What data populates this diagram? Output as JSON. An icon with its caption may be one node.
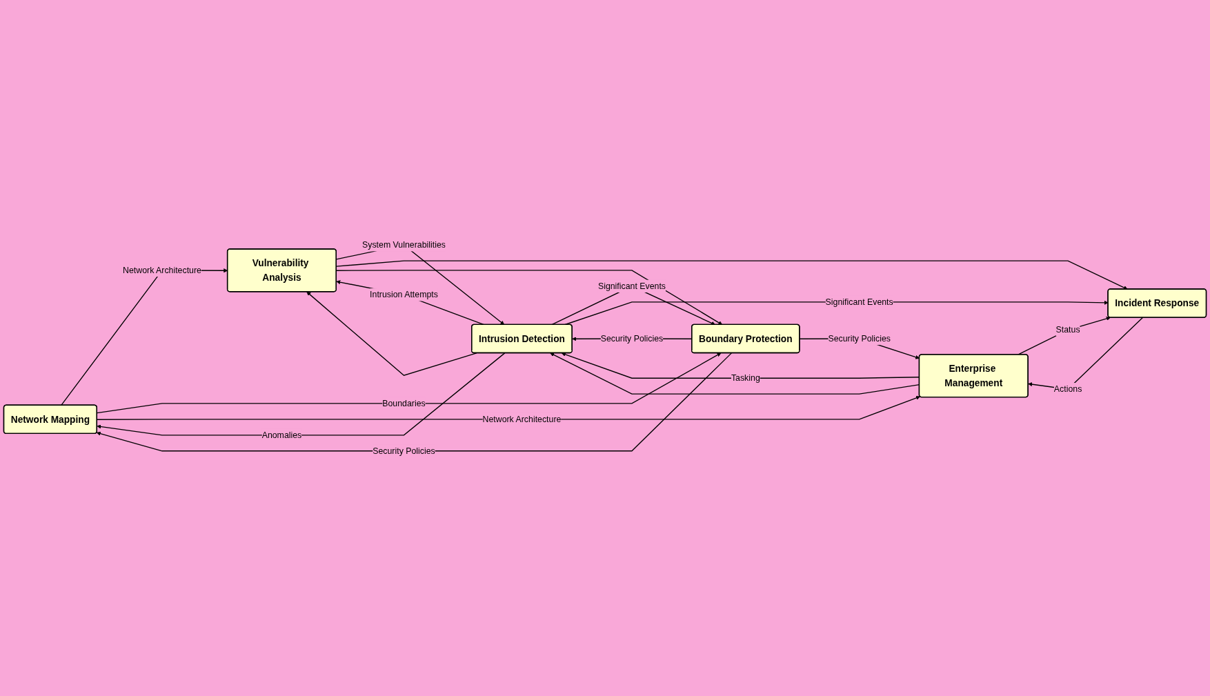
{
  "diagram": {
    "nodes": [
      {
        "text": [
          "Network Mapping"
        ]
      },
      {
        "text": [
          "Vulnerability Analysis"
        ]
      },
      {
        "text": [
          "Boundary Protection"
        ]
      },
      {
        "text": [
          "Intrusion Detection"
        ]
      },
      {
        "text": [
          "Enterprise Management"
        ]
      },
      {
        "text": [
          "Incident Response"
        ]
      }
    ],
    "edges": [
      {
        "from": 0,
        "to": 1,
        "arrow": "to",
        "label": "Network Architecture"
      },
      {
        "from": 1,
        "to": 3,
        "arrow": "to",
        "label": "System Vulnerabilities"
      },
      {
        "from": 1,
        "to": 5,
        "arrow": "to"
      },
      {
        "from": 1,
        "to": 2,
        "arrow": "to"
      },
      {
        "from": 3,
        "to": 1,
        "arrow": "to",
        "label": "Intrusion Attempts"
      },
      {
        "from": 3,
        "to": 0,
        "arrow": "to",
        "label": "Anomalies"
      },
      {
        "from": 3,
        "to": 1,
        "arrow": "to"
      },
      {
        "from": 2,
        "to": 0,
        "arrow": "to",
        "label": "Security Policies"
      },
      {
        "from": 0,
        "to": 2,
        "arrow": "to",
        "label": "Boundaries"
      },
      {
        "from": 2,
        "to": 3,
        "arrow": "to",
        "label": "Security Policies"
      },
      {
        "from": 3,
        "to": 2,
        "arrow": "to",
        "label": "Significant Events"
      },
      {
        "from": 2,
        "to": 4,
        "arrow": "to",
        "label": "Security Policies"
      },
      {
        "from": 0,
        "to": 4,
        "arrow": "to",
        "label": "Network Architecture"
      },
      {
        "from": 4,
        "to": 3,
        "arrow": "to",
        "label": "Tasking"
      },
      {
        "from": 4,
        "to": 5,
        "arrow": "to",
        "label": "Status"
      },
      {
        "from": 4,
        "to": 3,
        "arrow": "to"
      },
      {
        "from": 3,
        "to": 5,
        "arrow": "to",
        "label": "Significant Events"
      },
      {
        "from": 5,
        "to": 4,
        "arrow": "to",
        "label": "Actions"
      }
    ]
  }
}
